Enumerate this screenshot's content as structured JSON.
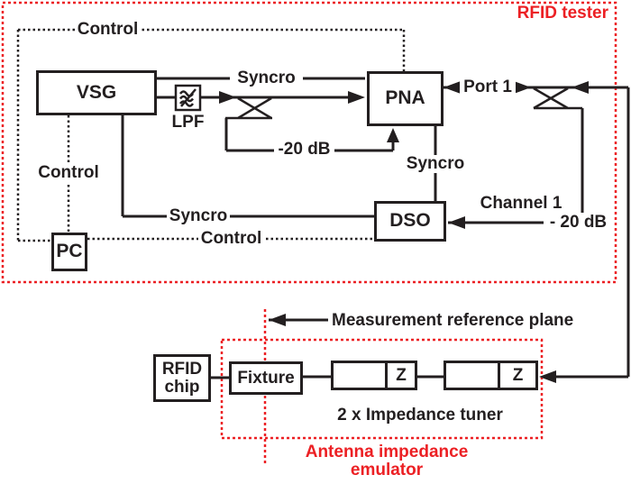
{
  "colors": {
    "line": "#231f20",
    "accent_red": "#ec2024",
    "background": "#ffffff"
  },
  "tester": {
    "label": "RFID tester"
  },
  "emulator": {
    "label_line1": "Antenna impedance",
    "label_line2": "emulator",
    "tuner_caption": "2 x Impedance tuner"
  },
  "blocks": {
    "vsg": "VSG",
    "pna": "PNA",
    "dso": "DSO",
    "pc": "PC",
    "lpf": "LPF",
    "rfid_chip_line1": "RFID",
    "rfid_chip_line2": "chip",
    "fixture": "Fixture",
    "tuner_z": "Z"
  },
  "wire_labels": {
    "control_top": "Control",
    "control_left": "Control",
    "control_bottom": "Control",
    "syncro_vsg_pna": "Syncro",
    "syncro_pna_dso": "Syncro",
    "syncro_vsg_dso": "Syncro",
    "port1": "Port 1",
    "channel1": "Channel 1",
    "atten_tx": "-20 dB",
    "atten_rx": "- 20 dB",
    "reference_plane": "Measurement reference plane"
  }
}
